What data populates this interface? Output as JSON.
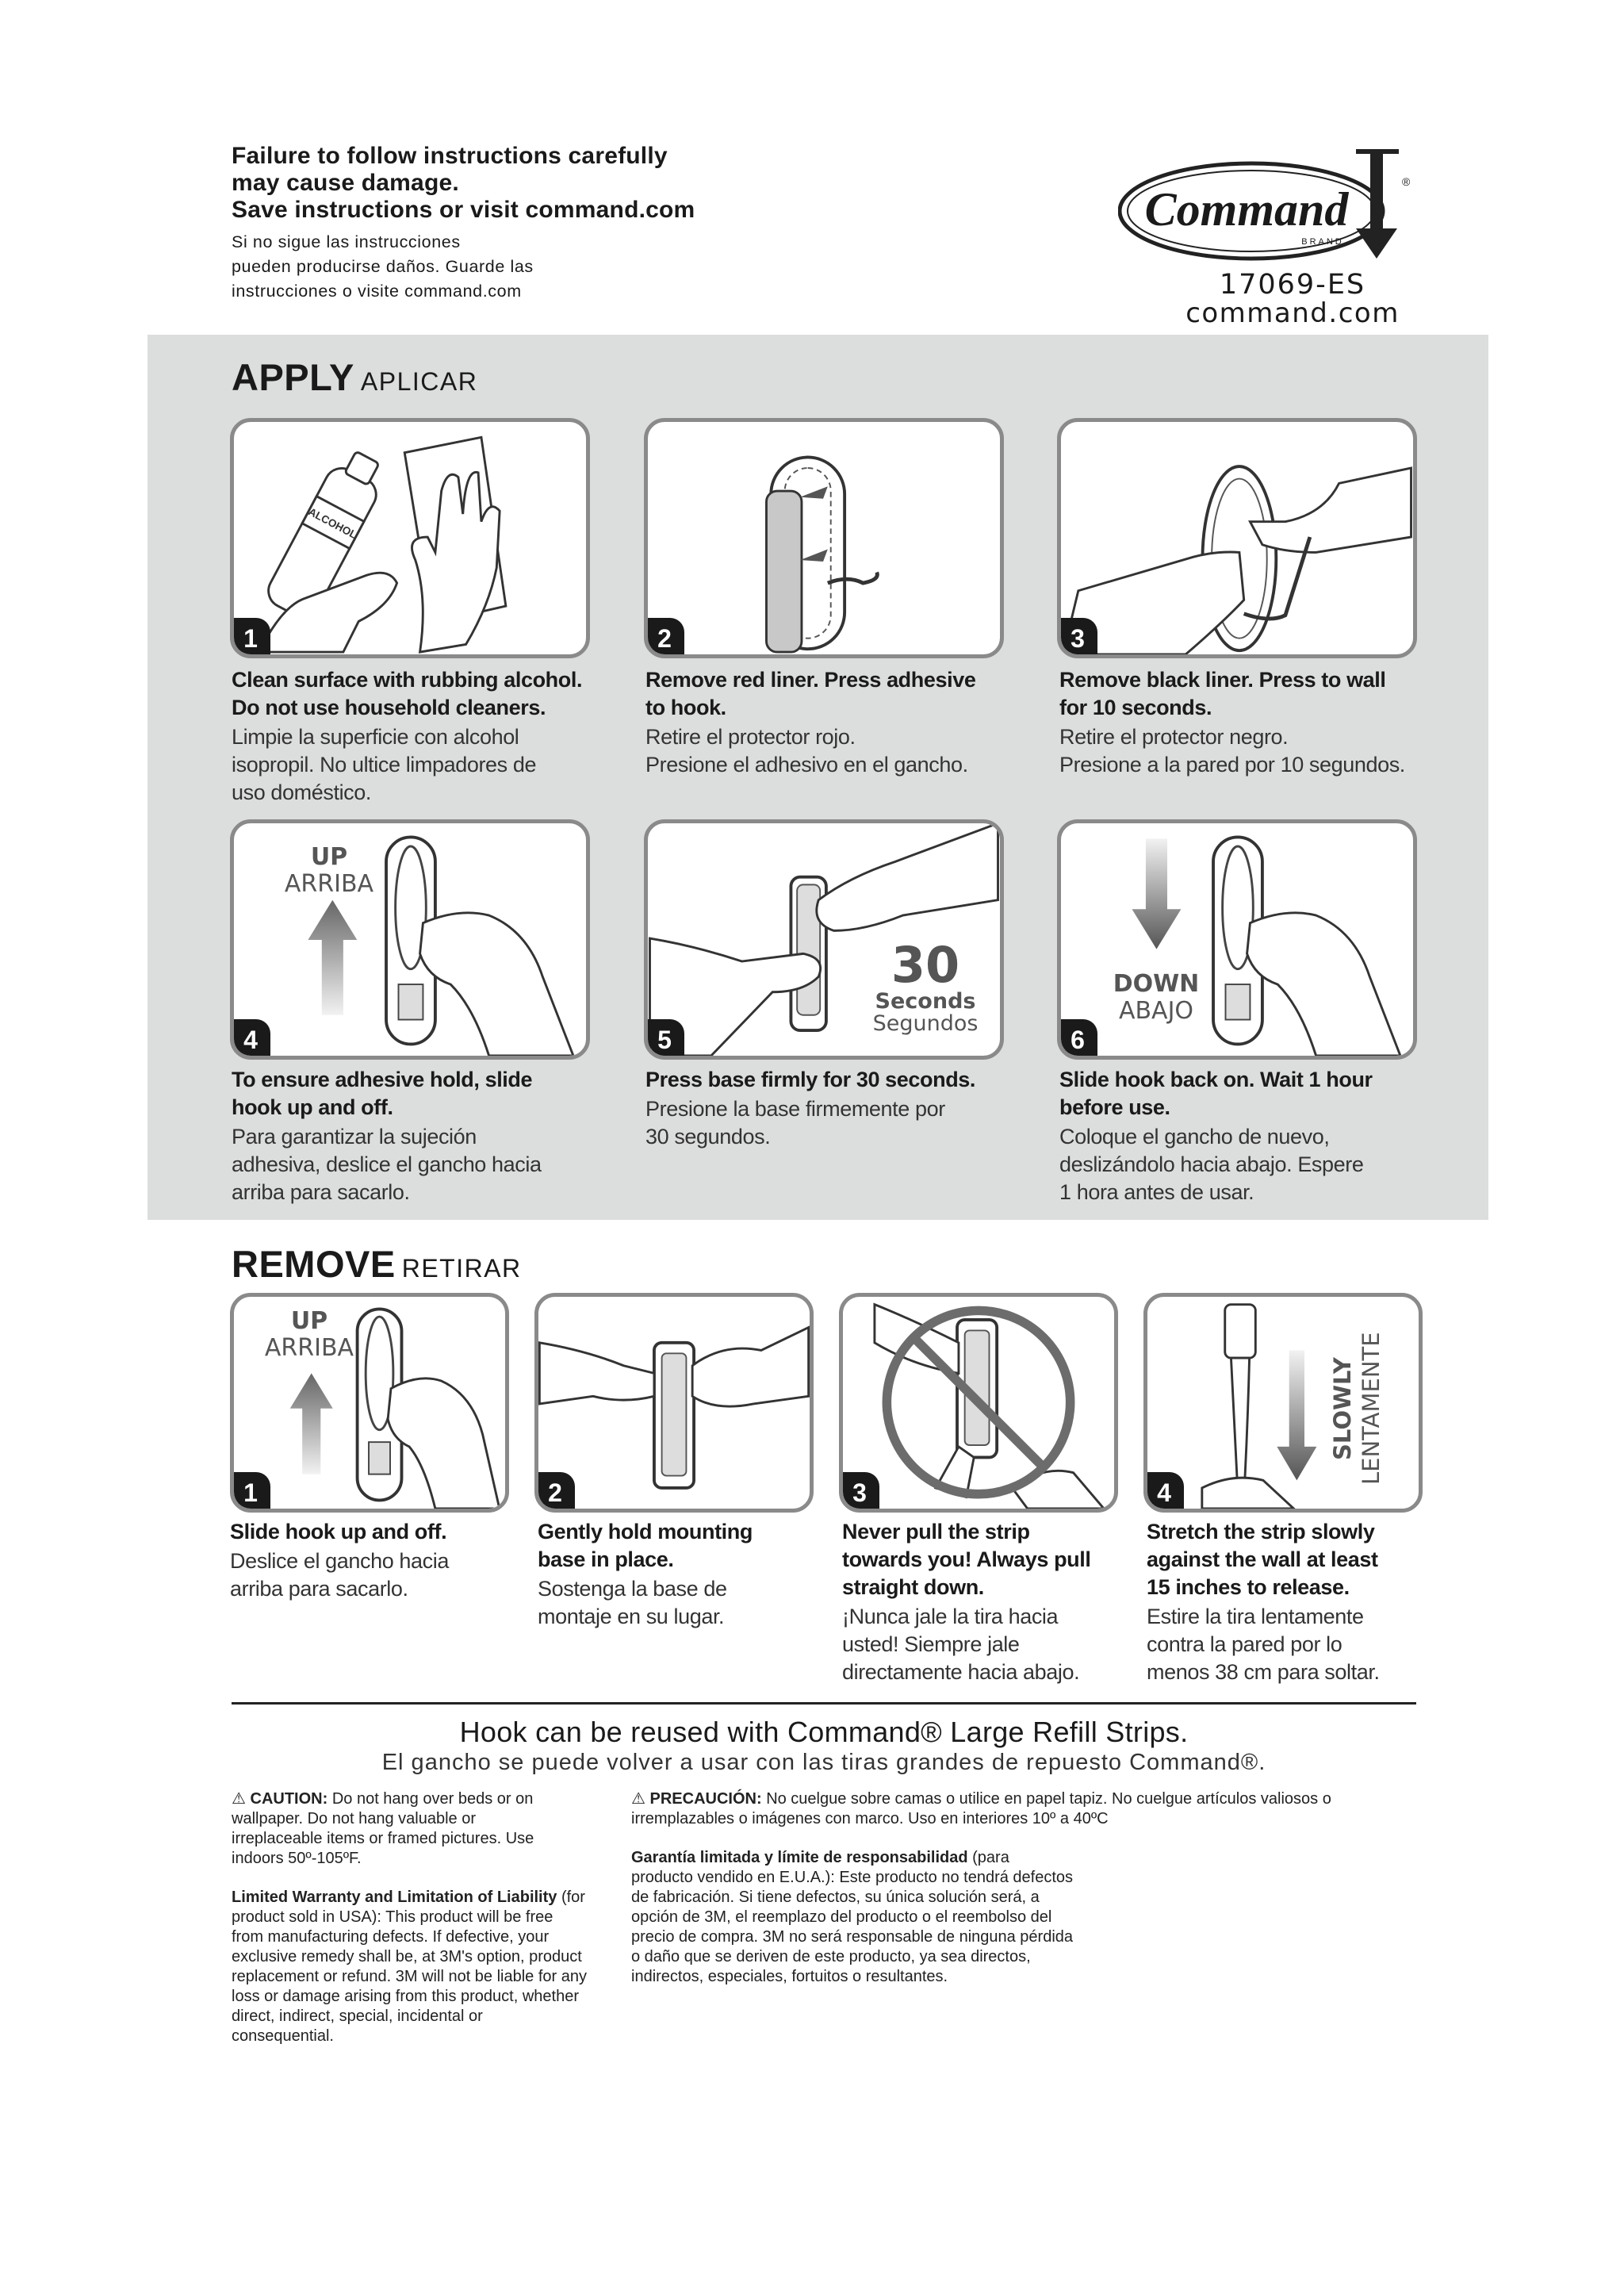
{
  "header": {
    "warning_en": [
      "Failure to follow instructions carefully",
      "may cause damage.",
      "Save instructions or visit command.com"
    ],
    "warning_es": [
      "Si no sigue las instrucciones",
      "pueden producirse daños. Guarde las",
      "instrucciones o visite command.com"
    ],
    "logo_text": "Command",
    "logo_sub": "BRAND",
    "logo_reg": "®",
    "model": "17069-ES",
    "site": "command.com"
  },
  "apply": {
    "title": "APPLY",
    "title_es": "APLICAR",
    "steps": [
      {
        "num": "1",
        "en": [
          "Clean surface with rubbing alcohol.",
          "Do not use household cleaners."
        ],
        "es": [
          "Limpie la superficie con alcohol",
          "isopropil. No ultice limpadores de",
          "uso doméstico."
        ]
      },
      {
        "num": "2",
        "en": [
          "Remove red liner. Press adhesive",
          "to hook."
        ],
        "es": [
          "Retire el protector rojo.",
          "Presione el adhesivo en el gancho."
        ]
      },
      {
        "num": "3",
        "en": [
          "Remove black liner. Press to wall",
          "for 10 seconds."
        ],
        "es": [
          "Retire el protector negro.",
          "Presione a la pared por 10 segundos."
        ]
      },
      {
        "num": "4",
        "en": [
          "To ensure adhesive hold, slide",
          "hook up and off."
        ],
        "es": [
          "Para garantizar la sujeción",
          "adhesiva, deslice el gancho hacia",
          "arriba para sacarlo."
        ]
      },
      {
        "num": "5",
        "en": [
          "Press base firmly for 30 seconds."
        ],
        "es": [
          "Presione la base firmemente por",
          "30 segundos."
        ]
      },
      {
        "num": "6",
        "en": [
          "Slide hook back on. Wait 1 hour",
          "before use."
        ],
        "es": [
          "Coloque el gancho de nuevo,",
          "deslizándolo hacia abajo. Espere",
          "1 hora antes de usar."
        ]
      }
    ],
    "panel1_bottle_label": "ALCOHOL",
    "panel4_up": "UP",
    "panel4_up_es": "ARRIBA",
    "panel5_num": "30",
    "panel5_seconds": "Seconds",
    "panel5_seconds_es": "Segundos",
    "panel6_down": "DOWN",
    "panel6_down_es": "ABAJO"
  },
  "remove": {
    "title": "REMOVE",
    "title_es": "RETIRAR",
    "steps": [
      {
        "num": "1",
        "en": [
          "Slide hook up and off."
        ],
        "es": [
          "Deslice el gancho hacia",
          "arriba para sacarlo."
        ]
      },
      {
        "num": "2",
        "en": [
          "Gently hold mounting",
          "base in place."
        ],
        "es": [
          "Sostenga la base de",
          "montaje en su lugar."
        ]
      },
      {
        "num": "3",
        "en": [
          "Never pull the strip",
          "towards you! Always pull",
          "straight down."
        ],
        "es": [
          "¡Nunca jale la tira hacia",
          "usted! Siempre jale",
          "directamente hacia abajo."
        ]
      },
      {
        "num": "4",
        "en": [
          "Stretch the strip slowly",
          "against the wall at least",
          "15 inches to release."
        ],
        "es": [
          "Estire la tira lentamente",
          "contra la pared por lo",
          "menos 38 cm para soltar."
        ]
      }
    ],
    "panel1_up": "UP",
    "panel1_up_es": "ARRIBA",
    "panel4_slowly": "SLOWLY",
    "panel4_slowly_es": "LENTAMENTE"
  },
  "footer": {
    "reuse_en": "Hook can be reused with Command® Large Refill Strips.",
    "reuse_es": "El gancho se puede volver a usar con las tiras grandes de repuesto Command®.",
    "caution_label": "CAUTION:",
    "caution_text": "Do not hang over beds or on wallpaper. Do not hang valuable or irreplaceable items or framed pictures. Use indoors 50º-105ºF.",
    "warranty_label": "Limited Warranty and Limitation of Liability",
    "warranty_text": "(for product sold in USA): This product will be free from manufacturing defects. If defective, your exclusive remedy shall be, at 3M's option, product replacement or refund. 3M will not be liable for any loss or damage arising from this product, whether direct, indirect, special, incidental or consequential.",
    "precaucion_label": "PRECAUCIÓN:",
    "precaucion_text": "No cuelgue sobre camas o utilice en papel tapiz. No cuelgue artículos valiosos o irremplazables o imágenes con marco. Uso en interiores 10º a 40ºC",
    "garantia_label": "Garantía limitada y límite de responsabilidad",
    "garantia_text": "(para producto vendido en E.U.A.): Este producto no tendrá defectos de fabricación. Si tiene defectos, su única solución será, a opción de 3M, el reemplazo del producto o el reembolso del precio de compra. 3M no será responsable de ninguna pérdida o daño que se deriven de este producto, ya sea directos, indirectos, especiales, fortuitos o resultantes.",
    "warn_icon": "⚠"
  }
}
